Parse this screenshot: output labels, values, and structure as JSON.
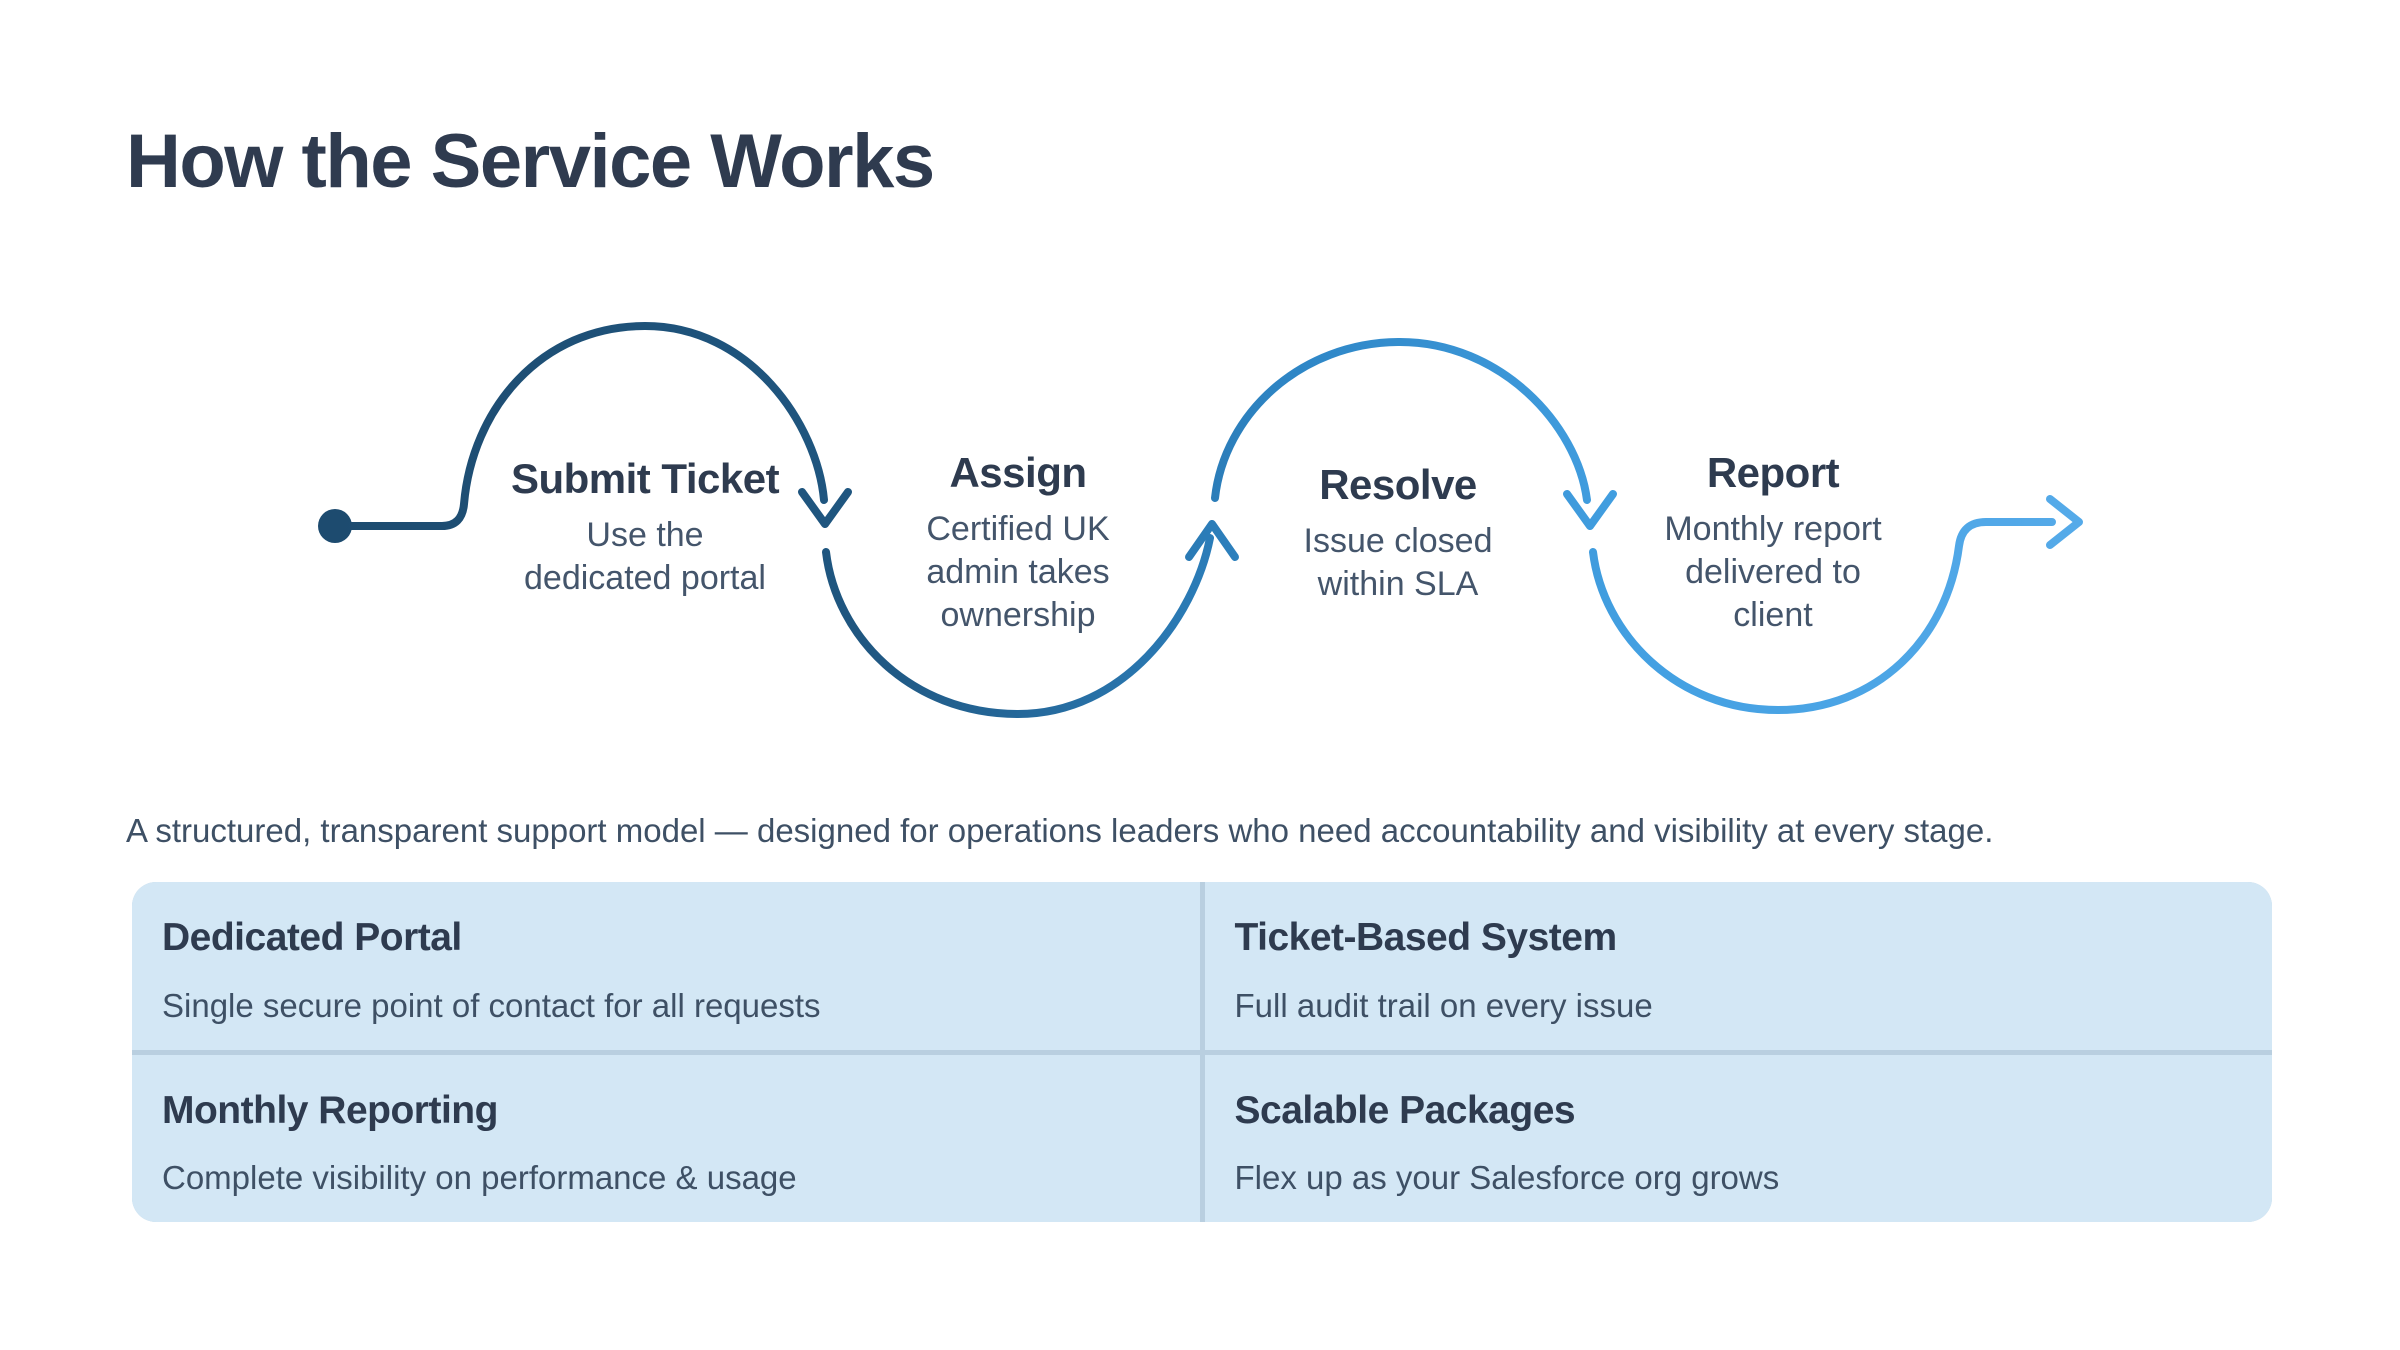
{
  "page": {
    "title": "How the Service Works",
    "background": "#ffffff"
  },
  "flow": {
    "steps": [
      {
        "title": "Submit Ticket",
        "description": "Use the\ndedicated portal"
      },
      {
        "title": "Assign",
        "description": "Certified UK\nadmin takes\nownership"
      },
      {
        "title": "Resolve",
        "description": "Issue closed\nwithin SLA"
      },
      {
        "title": "Report",
        "description": "Monthly report\ndelivered to\nclient"
      }
    ],
    "line_colors": {
      "start": "#1d4b6f",
      "mid_dark": "#1f5680",
      "mid": "#2e86c6",
      "mid_light": "#43a0e2",
      "end": "#55aae9"
    }
  },
  "summary": {
    "text": "A structured, transparent support model — designed for operations leaders who need accountability and visibility at every stage."
  },
  "features": {
    "cards": [
      {
        "title": "Dedicated Portal",
        "description": "Single secure point of contact for all requests"
      },
      {
        "title": "Ticket-Based System",
        "description": "Full audit trail on every issue"
      },
      {
        "title": "Monthly Reporting",
        "description": "Complete visibility on performance & usage"
      },
      {
        "title": "Scalable Packages",
        "description": "Flex up as your Salesforce org grows"
      }
    ],
    "panel_bg": "#d3e7f5",
    "divider": "#b9cfe0"
  }
}
